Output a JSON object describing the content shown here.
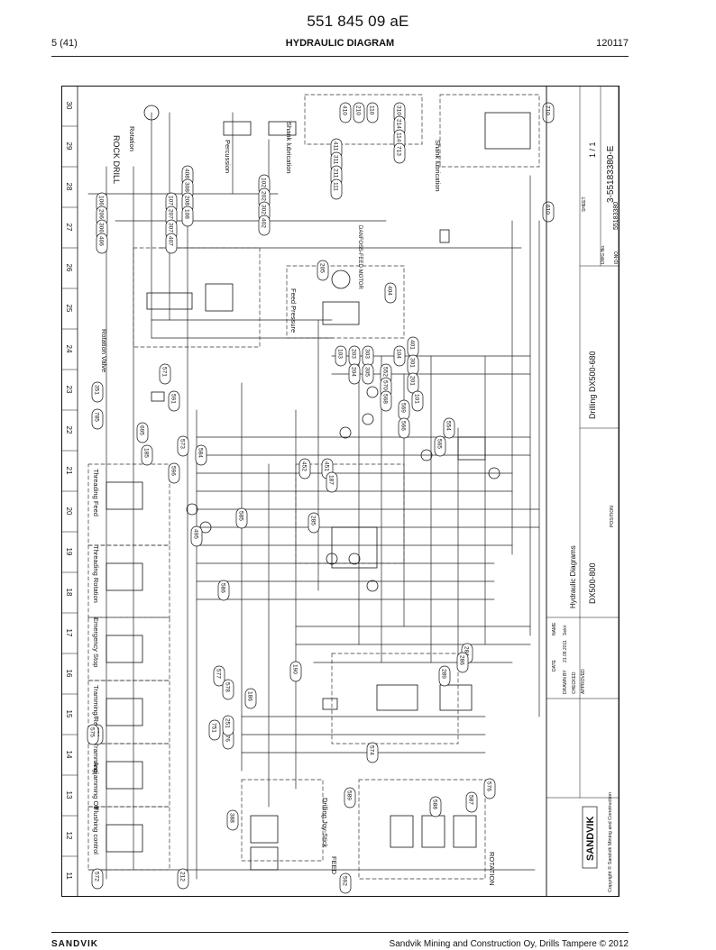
{
  "header": {
    "doc_number": "551 845 09 aE",
    "page": "5 (41)",
    "title": "HYDRAULIC DIAGRAM",
    "date_code": "120117"
  },
  "diagram": {
    "columns": [
      "11",
      "12",
      "13",
      "14",
      "15",
      "16",
      "17",
      "18",
      "19",
      "20",
      "21",
      "22",
      "23",
      "24",
      "25",
      "26",
      "27",
      "28",
      "29",
      "30"
    ],
    "sections": {
      "rock_drill": "ROCK DRILL",
      "rotation": "Rotation",
      "percussion": "Percussion",
      "shank_lubrication": "Shank lubrication",
      "rotation_valve": "Rotation Valve",
      "feed_pressure": "Feed Pressure",
      "danfoss_motor": "DANFOSS-FEED MOTOR",
      "threading_feed": "Threading Feed",
      "threading_rotation": "Threading Rotation",
      "emergency_stop": "Emergency Stop",
      "tramming": "Tramming/Remote Tramming",
      "antijamming": "Antijamming Off",
      "flushing_control": "Flushing control",
      "drilling_joystick": "Drilling Joy-Stick",
      "feed": "FEED",
      "rotation_lower": "ROTATION"
    },
    "labels": [
      "106",
      "206",
      "306",
      "406",
      "107",
      "207",
      "307",
      "407",
      "408",
      "308",
      "208",
      "108",
      "102",
      "202",
      "302",
      "402",
      "410",
      "210",
      "110",
      "411",
      "311",
      "211",
      "111",
      "310",
      "214",
      "114",
      "713",
      "610",
      "710",
      "205",
      "404",
      "401",
      "301",
      "201",
      "101",
      "103",
      "203",
      "303",
      "104",
      "204",
      "305",
      "552",
      "351",
      "785",
      "695",
      "185",
      "573",
      "584",
      "596",
      "591",
      "571",
      "570",
      "568",
      "569",
      "566",
      "554",
      "565",
      "452",
      "451",
      "187",
      "285",
      "585",
      "495",
      "586",
      "587",
      "588",
      "589",
      "576",
      "577",
      "578",
      "284",
      "289",
      "286",
      "186",
      "190",
      "176",
      "751",
      "251",
      "250",
      "575",
      "572",
      "212",
      "592",
      "388",
      "574"
    ]
  },
  "title_block": {
    "drilling": "Drilling DX500-680",
    "hydraulic_diagrams": "Hydraulic Diagrams",
    "model": "DX500-800",
    "sheet": "1 / 1",
    "drawing_no": "3-55183380-E",
    "id_no": "55183380",
    "position_label": "POSITION",
    "sheet_label": "SHEET",
    "dwg_label": "DWG No.",
    "id_label": "ID-NO.",
    "name_label": "NAME",
    "date_label": "DATE",
    "drawn_by": "DRAWN BY",
    "drawn_date": "21.09.2011",
    "designer": "Sekir",
    "checked": "CHECKED",
    "approved": "APPROVED",
    "brand": "SANDVIK",
    "copyright": "Copyright © Sandvik Mining and Construction"
  },
  "footer": {
    "brand": "SANDVIK",
    "copyright": "Sandvik Mining and Construction Oy, Drills Tampere © 2012"
  }
}
